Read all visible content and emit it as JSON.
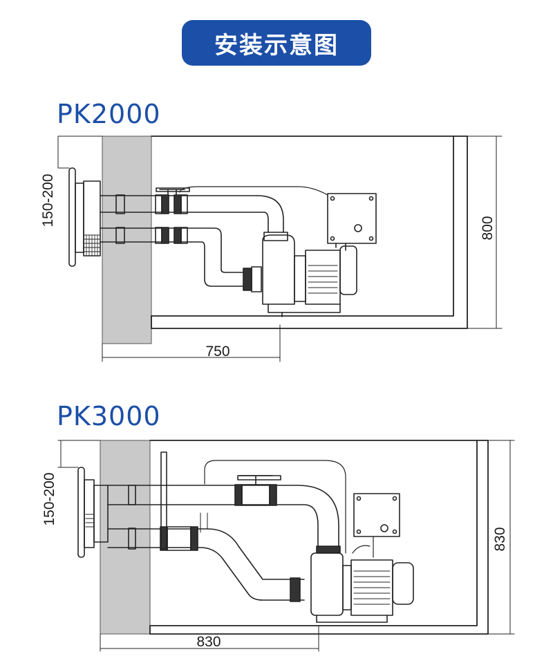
{
  "title": "安装示意图",
  "diagrams": [
    {
      "model": "PK2000",
      "dims": {
        "depth": "150-200",
        "height": "800",
        "width": "750"
      }
    },
    {
      "model": "PK3000",
      "dims": {
        "depth": "150-200",
        "height": "830",
        "width": "830"
      }
    }
  ],
  "colors": {
    "title_bg": "#1c4fa7",
    "model_text": "#1c4fa7",
    "wall": "#c9c9c9"
  }
}
